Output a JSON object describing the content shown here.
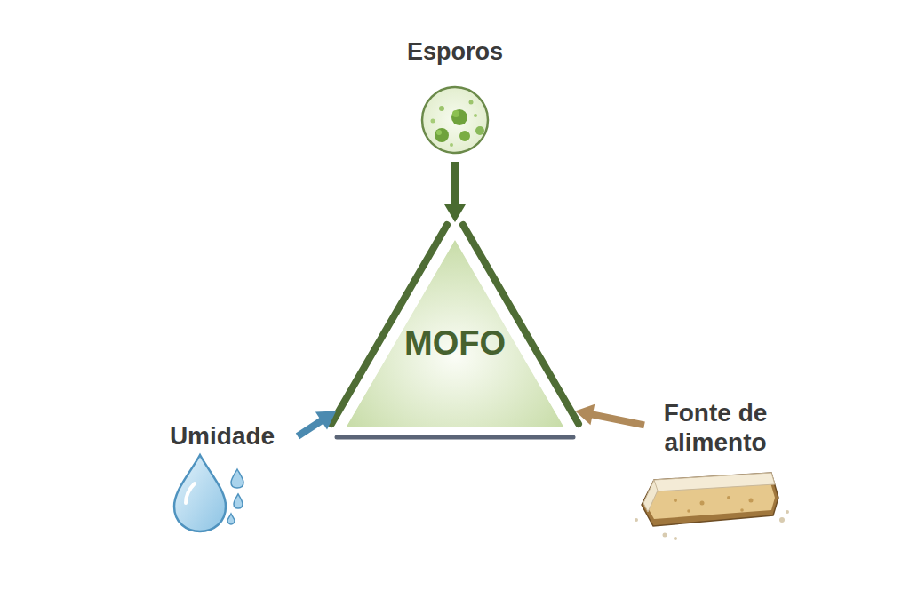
{
  "diagram": {
    "nodes": [
      {
        "text": [
          "Esporos"
        ]
      },
      {
        "text": [
          "MOFO"
        ]
      },
      {
        "text": [
          "Umidade"
        ]
      },
      {
        "text": [
          "Fonte de alimento"
        ]
      }
    ],
    "edges": [
      {
        "from": 0,
        "to": 1,
        "arrow": "to"
      },
      {
        "from": 2,
        "to": 1,
        "arrow": "to"
      },
      {
        "from": 3,
        "to": 1,
        "arrow": "to"
      }
    ]
  }
}
